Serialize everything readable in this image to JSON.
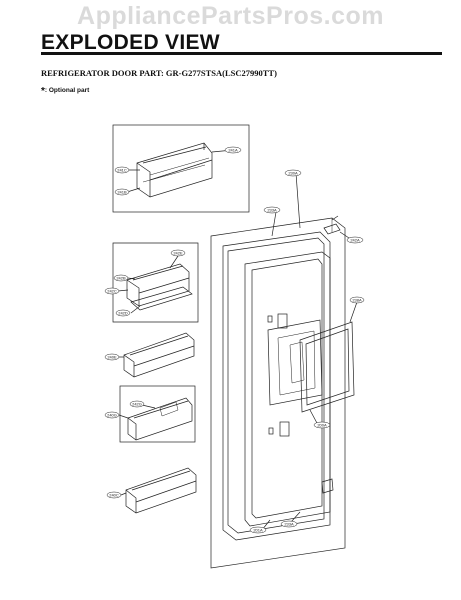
{
  "watermark": "AppliancePartsPros.com",
  "header": {
    "title": "EXPLODED VIEW",
    "part_line": "REFRIGERATOR DOOR PART: GR-G277STSA(LSC27990TT)",
    "optional_star": "*",
    "optional_note": ": Optional part"
  },
  "labels": {
    "l241A": "241A",
    "l241C": "241C",
    "l241B": "241B",
    "l230A": "230A",
    "l233A_top": "233A",
    "l242E": "242E",
    "l242B": "242B",
    "l242C": "242C",
    "l242A": "242A",
    "l242D": "242D",
    "l238A": "238A",
    "l240E": "240E",
    "l242G": "242G",
    "l240G": "240G",
    "l240C": "240C",
    "l200A": "200A",
    "l201A": "201A",
    "l233A_bottom": "233A"
  }
}
